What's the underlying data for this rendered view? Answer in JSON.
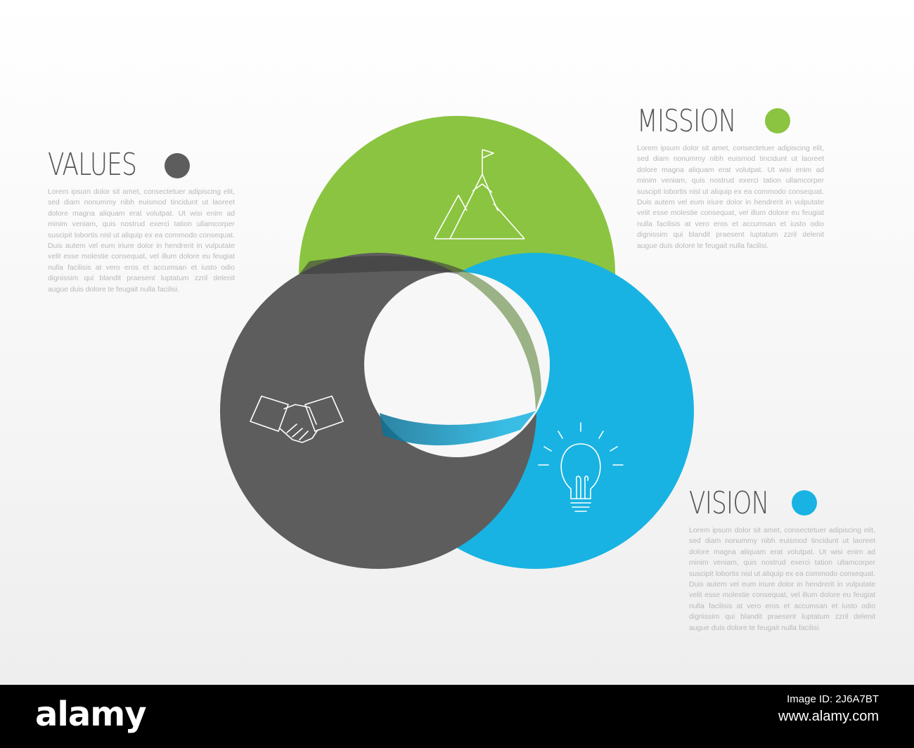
{
  "colors": {
    "values": "#5d5d5d",
    "mission": "#8bc441",
    "vision": "#18b3e2",
    "title_text": "#555555",
    "body_text": "#b9b9b9"
  },
  "diagram": {
    "values": {
      "title": "VALUES",
      "icon": "handshake-icon",
      "body": "Lorem ipsum dolor sit amet, consectetuer adipiscing elit, sed diam nonummy nibh euismod tincidunt ut laoreet dolore magna aliquam erat volutpat. Ut wisi enim ad minim veniam, quis nostrud exerci tation ullamcorper suscipit lobortis nisl ut aliquip ex ea commodo consequat. Duis autem vel eum iriure dolor in hendrerit in vulputate velit esse molestie consequat, vel illum dolore eu feugiat nulla facilisis at vero eros et accumsan et iusto odio dignissim qui blandit praesent luptatum zzril delenit augue duis dolore te feugait nulla facilisi."
    },
    "mission": {
      "title": "MISSION",
      "icon": "mountain-flag-icon",
      "body": "Lorem ipsum dolor sit amet, consectetuer adipiscing elit, sed diam nonummy nibh euismod tincidunt ut laoreet dolore magna aliquam erat volutpat. Ut wisi enim ad minim veniam, quis nostrud exerci tation ullamcorper suscipit lobortis nisl ut aliquip ex ea commodo consequat. Duis autem vel eum iriure dolor in hendrerit in vulputate velit esse molestie consequat, vel illum dolore eu feugiat nulla facilisis at vero eros et accumsan et iusto odio dignissim qui blandit praesent luptatum zzril delenit augue duis dolore te feugait nulla facilisi."
    },
    "vision": {
      "title": "VISION",
      "icon": "lightbulb-icon",
      "body": "Lorem ipsum dolor sit amet, consectetuer adipiscing elit, sed diam nonummy nibh euismod tincidunt ut laoreet dolore magna aliquam erat volutpat. Ut wisi enim ad minim veniam, quis nostrud exerci tation ullamcorper suscipit lobortis nisl ut aliquip ex ea commodo consequat. Duis autem vel eum iriure dolor in hendrerit in vulputate velit esse molestie consequat, vel illum dolore eu feugiat nulla facilisis at vero eros et accumsan et iusto odio dignissim qui blandit praesent luptatum zzril delenit augue duis dolore te feugait nulla facilisi."
    }
  },
  "footer": {
    "brand": "alamy",
    "image_id": "Image ID: 2J6A7BT",
    "url": "www.alamy.com"
  }
}
